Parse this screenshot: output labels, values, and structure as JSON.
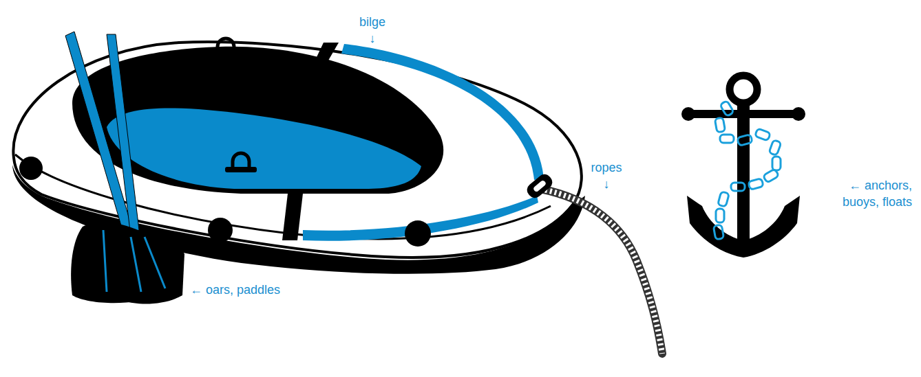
{
  "diagram": {
    "labels": [
      "bilge ↓",
      "ropes ↓",
      "← oars, paddles",
      "← anchors, buoys, floats"
    ]
  }
}
